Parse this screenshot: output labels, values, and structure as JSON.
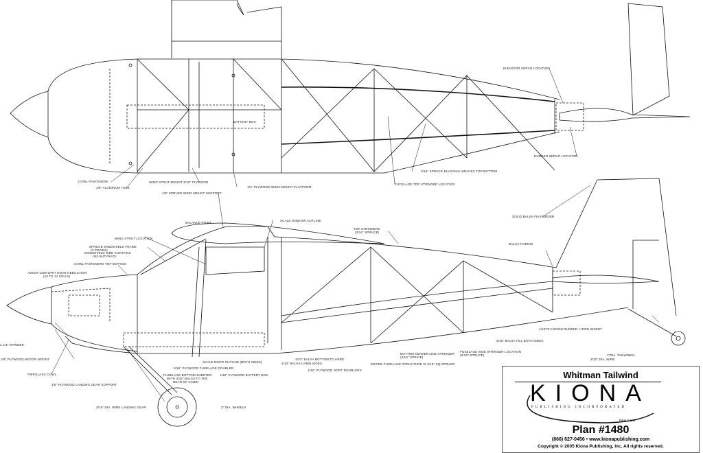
{
  "labels_top": [
    "ELEVATOR SERVO LOCATION",
    "BATTERY BOX",
    "RUDDER SERVO LOCATION",
    "3/16\" SPRUCE DIAGONAL BRACES TOP    BOTTOM",
    "FUCELAGE TOP STRINGER LOCATION",
    "COWL FASTENERS",
    "1/8\" ALUMINUM TUBE",
    "WING STRUT MOUNT 3/16\" PLYWOOD",
    "1/4\" PLYWOOD WING MOUNT PLATFORM",
    "1/8\" SPRUCE WING MOUNT SUPPORT"
  ],
  "labels_side": [
    "BALANCE POINT",
    "SCALE WINDOW OUTLINE",
    "WING STRUT LOCATION",
    "SPRUCE WINDSHIELD FRAME",
    "(3 PIECES)",
    "WINDSHIELD    SIDE CURTAINS",
    ".040 BUTYRATE",
    "COWL FASTENERS TOP    BOTTOM",
    "AVEOX 1409 WITH GOAR REDUCTION",
    "(10 TO 14 CELLS)",
    "TOP STRINGERS",
    "(3/16\" SPRUCE)",
    "SOLID BALSA FIN    RUDDER",
    "BALSA FAIRING",
    "2  1/4\" SPINNER",
    "1/8\" PLYWOOD MOTOR MOUNT",
    "FIBRGLASS COWL",
    "1/8\" PLYWOOD LANDING GEAR SUPPORT",
    "SCALE DOOR OUTLINE (BOTH SIDES)",
    "3/16\" PLYWOOD FUSELAGE DOUBLER",
    "FUSELAGE BOTTOM SHEETED",
    "WITH 3/32\" BALSA TO THE",
    "REAR OF CABIN",
    "1/16\" PLYWOOD BATTERY BOX",
    "3/32\" BALSA BOTTOM TO HERE",
    "1/16\" BALSA CABIN SIDES",
    "1/32\" PLYWOOD JOINT DOUBLERS",
    "BOTTOM CENTER LINE STRINGER",
    "(3/16\" SPRICE)",
    "ENTIRE FUSELAGE STRUCTURE IS 3/16\" SQ.SPRUCE",
    "FUSELAGE SIDE STRINGER LOCATION",
    "(3/16\" SPRUCE)",
    "1/16\"PLYWOOD RUDDER. HORN INSERT",
    "3/16\" BALSA FILL BOTH SIDES",
    "1\"DIA. TAILWHEEL",
    "3/32\" DIA. WIRE",
    "3/16\" DIA. WIRE LANDING GEAR",
    "3\" DIA.  WHEELS"
  ],
  "title_block": {
    "title": "Whitman Tailwind",
    "logo": "KIONA",
    "logo_sub": "Publishing Incorporated",
    "page": "Page 2 of 3",
    "plan": "Plan #1480",
    "contact": "(866) 627-0456 • www.kionapublishing.com",
    "copyright": "Copyright © 2005 Kiona Publishing, Inc. All rights reserved."
  },
  "colors": {
    "line": "#111111",
    "background": "#ffffff"
  }
}
